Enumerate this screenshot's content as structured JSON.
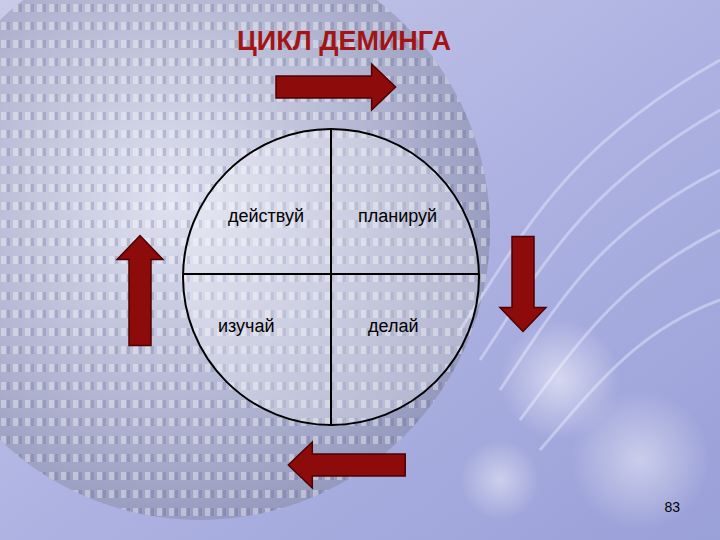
{
  "diagram": {
    "title": "ЦИКЛ ДЕМИНГА",
    "nodes": [
      {
        "text": [
          "действуй"
        ]
      },
      {
        "text": [
          "планируй"
        ]
      },
      {
        "text": [
          "изучай"
        ]
      },
      {
        "text": [
          "делай"
        ]
      }
    ],
    "edges": [
      {
        "from": 0,
        "to": 1,
        "arrow": "to"
      },
      {
        "from": 1,
        "to": 3,
        "arrow": "to"
      },
      {
        "from": 3,
        "to": 2,
        "arrow": "to"
      },
      {
        "from": 2,
        "to": 0,
        "arrow": "to"
      }
    ],
    "labels": [
      "83"
    ]
  }
}
